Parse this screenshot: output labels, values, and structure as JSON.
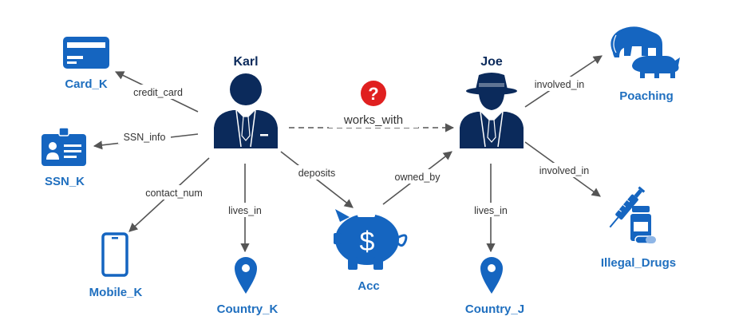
{
  "colors": {
    "icon_blue": "#1565c0",
    "label_blue": "#1f6fbf",
    "person_navy": "#0b2a5b",
    "edge_gray": "#555555",
    "question_red": "#e02020"
  },
  "people": {
    "karl": {
      "name": "Karl",
      "icon": "businessman-icon"
    },
    "joe": {
      "name": "Joe",
      "icon": "gangster-icon"
    }
  },
  "nodes": {
    "card_k": {
      "label": "Card_K",
      "icon": "credit-card-icon"
    },
    "ssn_k": {
      "label": "SSN_K",
      "icon": "id-badge-icon"
    },
    "mobile_k": {
      "label": "Mobile_K",
      "icon": "mobile-phone-icon"
    },
    "country_k": {
      "label": "Country_K",
      "icon": "location-pin-icon"
    },
    "acc": {
      "label": "Acc",
      "icon": "piggy-bank-icon"
    },
    "country_j": {
      "label": "Country_J",
      "icon": "location-pin-icon"
    },
    "poaching": {
      "label": "Poaching",
      "icon": "elephant-rhino-icon"
    },
    "illegal_drugs": {
      "label": "Illegal_Drugs",
      "icon": "syringe-pills-icon"
    }
  },
  "edges": {
    "credit_card": "credit_card",
    "ssn_info": "SSN_info",
    "contact_num": "contact_num",
    "lives_in_k": "lives_in",
    "deposits": "deposits",
    "works_with": "works_with",
    "owned_by": "owned_by",
    "lives_in_j": "lives_in",
    "involved_in_poaching": "involved_in",
    "involved_in_drugs": "involved_in"
  },
  "question_mark": "?"
}
